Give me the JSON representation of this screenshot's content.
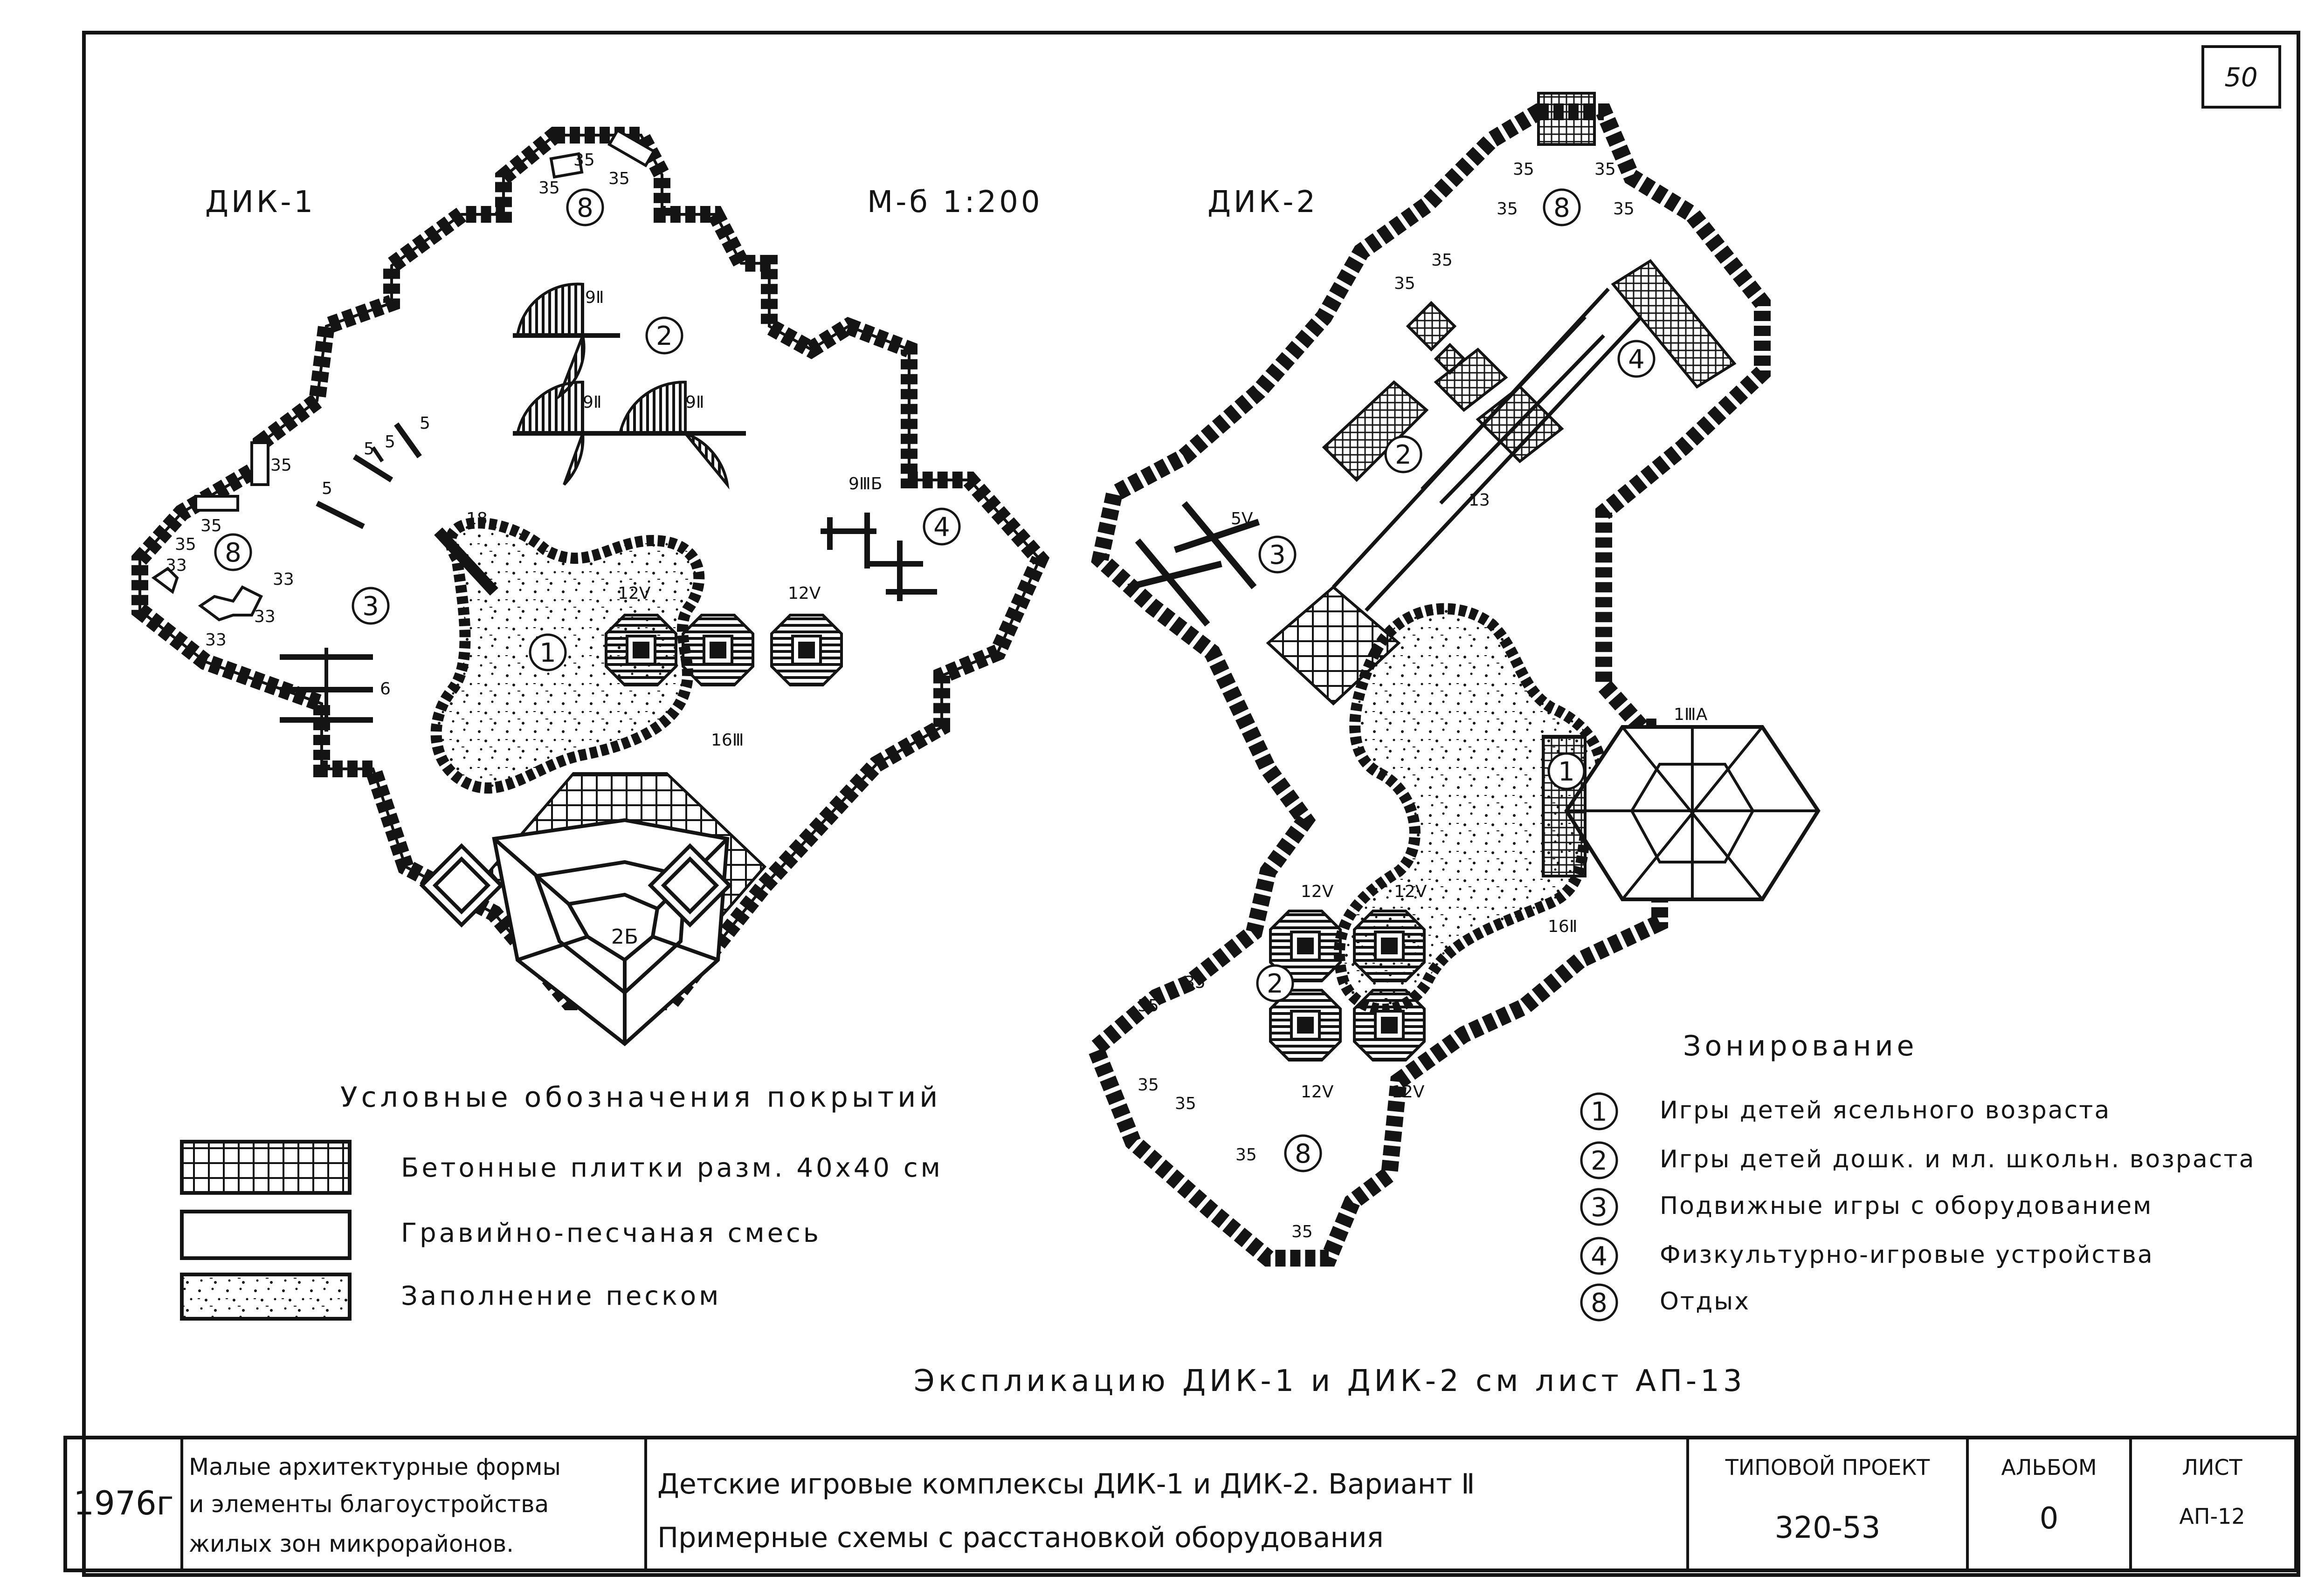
{
  "sheet": {
    "page_number": "50",
    "scale": "М-б 1:200"
  },
  "dik1": {
    "title": "ДИК-1",
    "zones": [
      "1",
      "2",
      "3",
      "4",
      "8",
      "8"
    ],
    "labels": [
      "35",
      "35",
      "35",
      "35",
      "35",
      "35",
      "33",
      "33",
      "33",
      "33",
      "5",
      "5",
      "5",
      "5",
      "6",
      "18",
      "9Ⅱ",
      "9Ⅱ",
      "9Ⅱ",
      "9ⅢБ",
      "12V",
      "12V",
      "16Ⅲ",
      "2Б"
    ]
  },
  "dik2": {
    "title": "ДИК-2",
    "zones": [
      "1",
      "2",
      "2",
      "3",
      "4",
      "8",
      "8"
    ],
    "labels": [
      "35",
      "35",
      "35",
      "35",
      "35",
      "35",
      "35",
      "35",
      "35",
      "35",
      "35",
      "35",
      "5V",
      "13",
      "1ⅢA",
      "16Ⅱ",
      "12V",
      "12V",
      "12V",
      "12V"
    ]
  },
  "legend": {
    "heading": "Условные обозначения покрытий",
    "items": [
      {
        "text": "Бетонные плитки разм. 40х40 см"
      },
      {
        "text": "Гравийно-песчаная смесь"
      },
      {
        "text": "Заполнение песком"
      }
    ]
  },
  "zoning": {
    "heading": "Зонирование",
    "items": [
      {
        "num": "1",
        "text": "Игры детей ясельного возраста"
      },
      {
        "num": "2",
        "text": "Игры детей дошк. и мл. школьн. возраста"
      },
      {
        "num": "3",
        "text": "Подвижные игры с оборудованием"
      },
      {
        "num": "4",
        "text": "Физкультурно-игровые устройства"
      },
      {
        "num": "8",
        "text": "Отдых"
      }
    ]
  },
  "explication": "Экспликацию ДИК-1 и ДИК-2 см лист АП-13",
  "title_block": {
    "year": "1976г",
    "series_lines": [
      "Малые архитектурные формы",
      "и элементы благоустройства",
      "жилых зон микрорайонов."
    ],
    "title_lines": [
      "Детские игровые комплексы ДИК-1 и ДИК-2. Вариант Ⅱ",
      "Примерные схемы с расстановкой оборудования"
    ],
    "project_label": "ТИПОВОЙ ПРОЕКТ",
    "project_value": "320-53",
    "album_label": "АЛЬБОМ",
    "album_value": "0",
    "sheet_label": "ЛИСТ",
    "sheet_value": "АП-12"
  },
  "colors": {
    "ink": "#141414",
    "paper": "#ffffff"
  }
}
